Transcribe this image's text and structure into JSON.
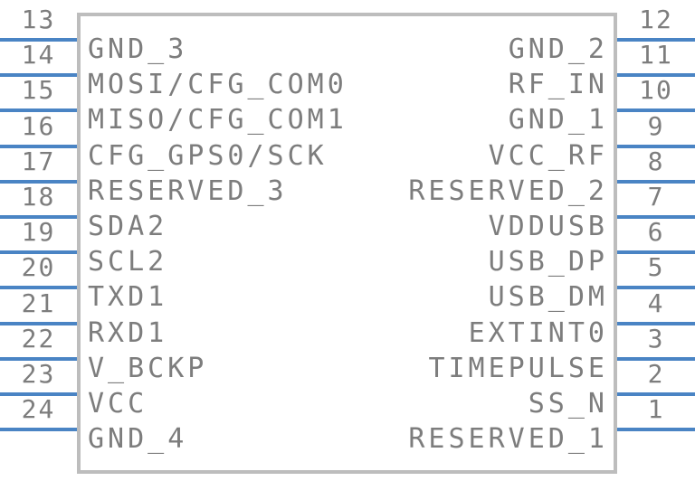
{
  "component": {
    "left_pins": [
      {
        "number": "13",
        "label": "GND_3"
      },
      {
        "number": "14",
        "label": "MOSI/CFG_COM0"
      },
      {
        "number": "15",
        "label": "MISO/CFG_COM1"
      },
      {
        "number": "16",
        "label": "CFG_GPS0/SCK"
      },
      {
        "number": "17",
        "label": "RESERVED_3"
      },
      {
        "number": "18",
        "label": "SDA2"
      },
      {
        "number": "19",
        "label": "SCL2"
      },
      {
        "number": "20",
        "label": "TXD1"
      },
      {
        "number": "21",
        "label": "RXD1"
      },
      {
        "number": "22",
        "label": "V_BCKP"
      },
      {
        "number": "23",
        "label": "VCC"
      },
      {
        "number": "24",
        "label": "GND_4"
      }
    ],
    "right_pins": [
      {
        "number": "12",
        "label": "GND_2"
      },
      {
        "number": "11",
        "label": "RF_IN"
      },
      {
        "number": "10",
        "label": "GND_1"
      },
      {
        "number": "9",
        "label": "VCC_RF"
      },
      {
        "number": "8",
        "label": "RESERVED_2"
      },
      {
        "number": "7",
        "label": "VDDUSB"
      },
      {
        "number": "6",
        "label": "USB_DP"
      },
      {
        "number": "5",
        "label": "USB_DM"
      },
      {
        "number": "4",
        "label": "EXTINT0"
      },
      {
        "number": "3",
        "label": "TIMEPULSE"
      },
      {
        "number": "2",
        "label": "SS_N"
      },
      {
        "number": "1",
        "label": "RESERVED_1"
      }
    ],
    "colors": {
      "pin": "#4a84c4",
      "text": "#7d7d7d",
      "body_border": "#bdbdbd",
      "background": "#ffffff"
    }
  }
}
